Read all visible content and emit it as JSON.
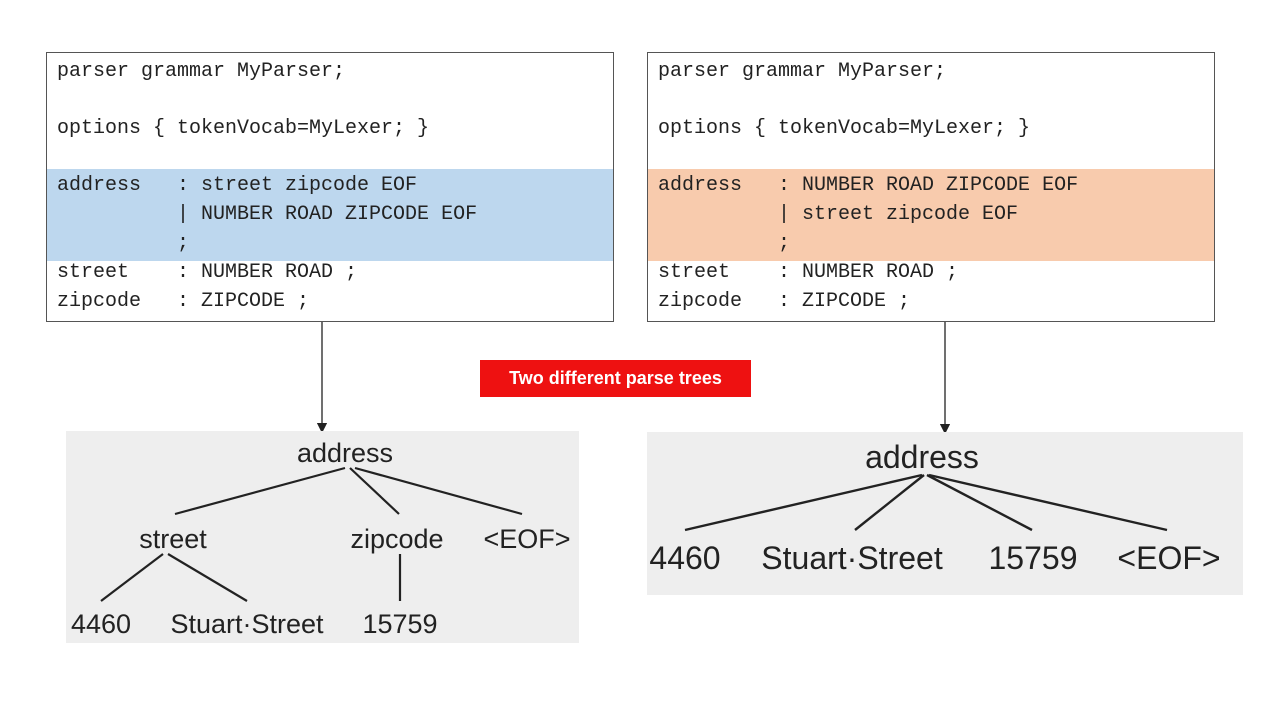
{
  "left_grammar": {
    "highlight_color": "#bdd7ee",
    "lines": [
      "parser grammar MyParser;",
      "options { tokenVocab=MyLexer; }",
      "address   : street zipcode EOF",
      "          | NUMBER ROAD ZIPCODE EOF",
      "          ;",
      "street    : NUMBER ROAD ;",
      "zipcode   : ZIPCODE ;"
    ]
  },
  "right_grammar": {
    "highlight_color": "#f8cbad",
    "lines": [
      "parser grammar MyParser;",
      "options { tokenVocab=MyLexer; }",
      "address   : NUMBER ROAD ZIPCODE EOF",
      "          | street zipcode EOF",
      "          ;",
      "street    : NUMBER ROAD ;",
      "zipcode   : ZIPCODE ;"
    ]
  },
  "callout": {
    "text": "Two different parse trees",
    "color": "#ee1111"
  },
  "left_tree": {
    "root": "address",
    "street": "street",
    "zipcode": "zipcode",
    "eof": "<EOF>",
    "number": "4460",
    "road": "Stuart·Street",
    "zip": "15759"
  },
  "right_tree": {
    "root": "address",
    "number": "4460",
    "road": "Stuart·Street",
    "zip": "15759",
    "eof": "<EOF>"
  }
}
